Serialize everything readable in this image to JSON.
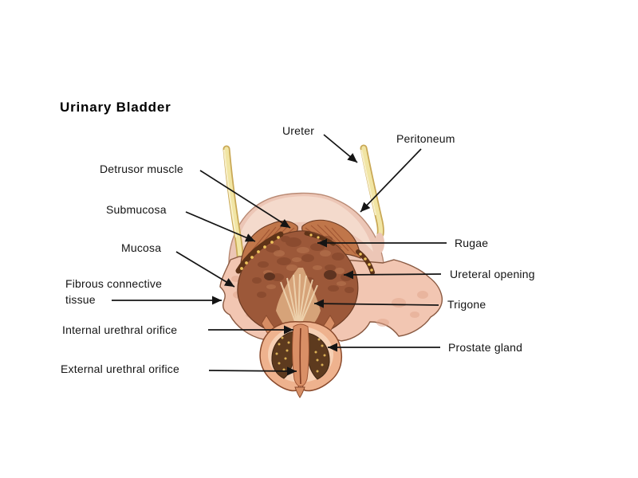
{
  "title": "Urinary Bladder",
  "labels": {
    "ureter": "Ureter",
    "peritoneum": "Peritoneum",
    "detrusor_muscle": "Detrusor muscle",
    "submucosa": "Submucosa",
    "mucosa": "Mucosa",
    "fibrous_connective_tissue": "Fibrous connective tissue",
    "internal_urethral_orifice": "Internal urethral orifice",
    "external_urethral_orifice": "External urethral orifice",
    "rugae": "Rugae",
    "ureteral_opening": "Ureteral opening",
    "trigone": "Trigone",
    "prostate_gland": "Prostate gland"
  },
  "colors": {
    "background": "#ffffff",
    "label_text": "#141414",
    "arrow": "#141414",
    "peritoneum_dome": "#ecc6b6",
    "dome_highlight": "#f5dbce",
    "fibrous_tissue": "#f2c6b2",
    "detrusor_muscle": "#c0764a",
    "muscle_striation": "#9a4e2e",
    "mucosa_interior": "#9c5839",
    "rugae_dark": "#7e4228",
    "trigone_light": "#d9a87c",
    "submucosa_yellow": "#eec35c",
    "ureter_yellow": "#f1e5a4",
    "prostate_outer": "#eeb28e",
    "prostate_gland_dark": "#5d3a1e",
    "outline": "#6b3a22"
  }
}
